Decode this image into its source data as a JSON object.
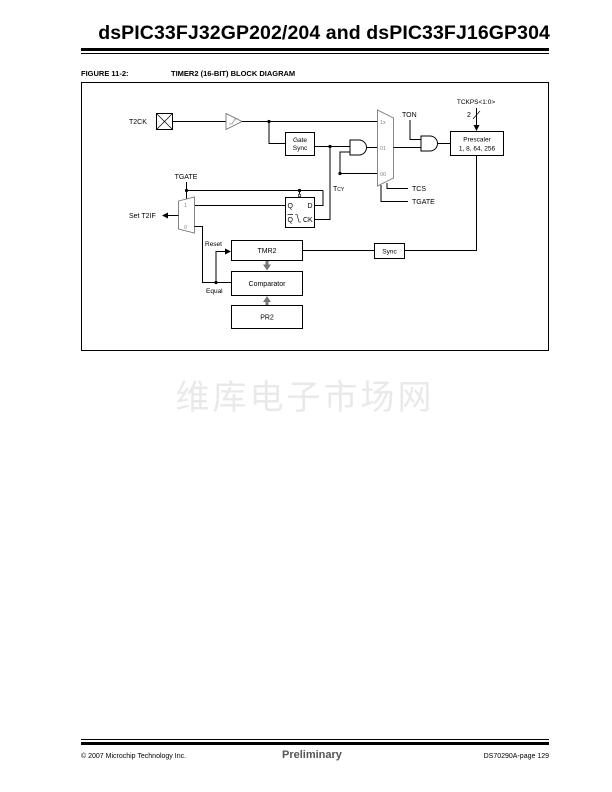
{
  "header": {
    "title": "dsPIC33FJ32GP202/204 and dsPIC33FJ16GP304"
  },
  "figure": {
    "label": "FIGURE 11-2:",
    "caption": "TIMER2 (16-BIT) BLOCK DIAGRAM"
  },
  "diagram": {
    "pins": {
      "t2ck": "T2CK"
    },
    "blocks": {
      "gate_sync_line1": "Gate",
      "gate_sync_line2": "Sync",
      "prescaler_line1": "Prescaler",
      "prescaler_line2": "1, 8, 64, 256",
      "tmr2": "TMR2",
      "comparator": "Comparator",
      "pr2": "PR2",
      "sync": "Sync",
      "ff_q": "Q",
      "ff_qbar": "Q",
      "ff_d": "D",
      "ff_ck": "CK"
    },
    "mux_right": {
      "in_1x": "1x",
      "in_01": "01",
      "in_00": "00"
    },
    "mux_left": {
      "in_1": "1",
      "in_0": "0"
    },
    "signals": {
      "ton": "TON",
      "tckps": "TCKPS<1:0>",
      "tckps_width": "2",
      "tcy_main": "T",
      "tcy_sub": "CY",
      "tcs": "TCS",
      "tgate_mux": "TGATE",
      "tgate_top": "TGATE",
      "set_t2if": "Set T2IF",
      "reset": "Reset",
      "equal": "Equal"
    }
  },
  "watermark": "维库电子市场网",
  "footer": {
    "copyright": "© 2007 Microchip Technology Inc.",
    "status": "Preliminary",
    "page": "DS70290A-page 129"
  }
}
